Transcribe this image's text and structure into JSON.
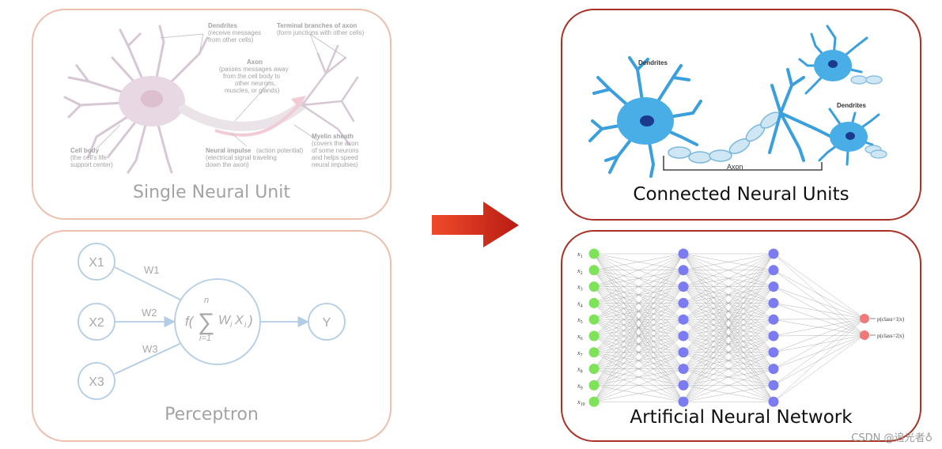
{
  "single_neuron": {
    "caption": "Single Neural Unit",
    "labels": {
      "dendrites_title": "Dendrites",
      "dendrites_line1": "(receive messages",
      "dendrites_line2": "from other cells)",
      "terminal_title": "Terminal branches of axon",
      "terminal_line1": "(form junctions with other cells)",
      "axon_title": "Axon",
      "axon_line1": "(passes messages away",
      "axon_line2": "from the cell body to",
      "axon_line3": "other neurons,",
      "axon_line4": "muscles, or glands)",
      "cellbody_title": "Cell body",
      "cellbody_line1": "(the cell's life-",
      "cellbody_line2": "support center)",
      "impulse_title": "Neural impulse",
      "impulse_title_rest": "(action potential)",
      "impulse_line1": "(electrical signal traveling",
      "impulse_line2": "down the axon)",
      "myelin_title": "Myelin sheath",
      "myelin_line1": "(covers the axon",
      "myelin_line2": "of some neurons",
      "myelin_line3": "and helps speed",
      "myelin_line4": "neural impulses)"
    }
  },
  "perceptron": {
    "caption": "Perceptron",
    "inputs": [
      "X1",
      "X2",
      "X3"
    ],
    "weights": [
      "W1",
      "W2",
      "W3"
    ],
    "output": "Y",
    "formula": {
      "f": "f(",
      "sigma": "∑",
      "upper": "n",
      "lower": "i=1",
      "term": "W",
      "term_sub": "i",
      "var": "X",
      "var_sub": "i",
      "close": ")"
    }
  },
  "connected": {
    "caption": "Connected Neural Units",
    "dendrites_left": "Dendrites",
    "dendrites_right": "Dendrites",
    "axon": "Axon"
  },
  "ann": {
    "caption": "Artificial Neural Network",
    "input_labels": [
      "x1",
      "x2",
      "x3",
      "x4",
      "x5",
      "x6",
      "x7",
      "x8",
      "x9",
      "x10"
    ],
    "output_labels": [
      "p(class=1|x)",
      "p(class=2|x)"
    ],
    "layers": [
      10,
      10,
      10,
      2
    ],
    "colors": {
      "input": "#7fe35a",
      "hidden": "#7b7bf2",
      "output": "#f07878",
      "edge": "#9a9a9a"
    }
  },
  "arrow": {
    "color_start": "#f04a2a",
    "color_end": "#b81d12"
  },
  "watermark": "CSDN @追光者♁"
}
